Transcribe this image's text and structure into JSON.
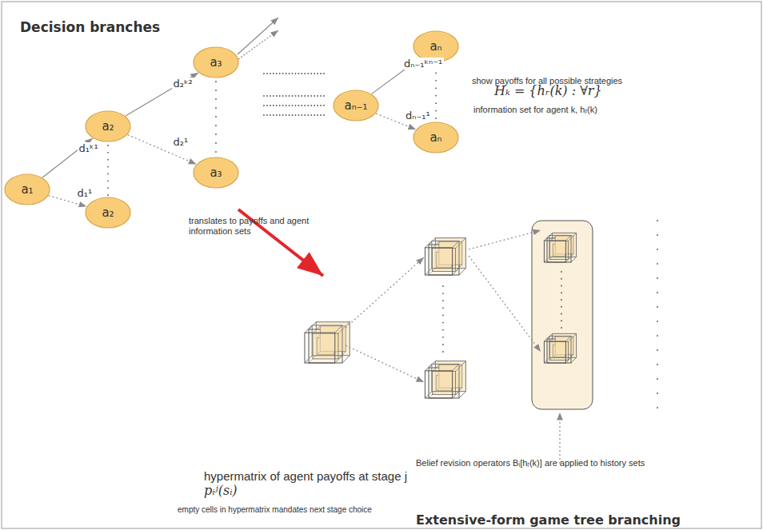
{
  "diagram": {
    "nodes": [
      {
        "text": [
          "a₁"
        ]
      },
      {
        "text": [
          "a₂"
        ]
      },
      {
        "text": [
          "a₂"
        ]
      },
      {
        "text": [
          "a₃"
        ]
      },
      {
        "text": [
          "a₃"
        ]
      },
      {
        "text": [
          "aₙ₋₁"
        ]
      },
      {
        "text": [
          "aₙ"
        ]
      },
      {
        "text": [
          "aₙ"
        ]
      }
    ],
    "edges": [
      {
        "from": 0,
        "to": 1,
        "label": "d₁ᵏ¹",
        "arrow": "to"
      },
      {
        "from": 0,
        "to": 2,
        "label": "d₁¹",
        "arrow": "to"
      },
      {
        "from": 1,
        "to": 3,
        "label": "d₂ᵏ²",
        "arrow": "to"
      },
      {
        "from": 1,
        "to": 4,
        "label": "d₂¹",
        "arrow": "to"
      },
      {
        "from": 5,
        "to": 6,
        "label": "dₙ₋₁ᵏⁿ⁻¹",
        "arrow": "to"
      },
      {
        "from": 5,
        "to": 7,
        "label": "dₙ₋₁¹",
        "arrow": "to"
      }
    ],
    "labels": [
      "Decision branches",
      "translates to payoffs and agent information sets",
      "show payoffs for all possible strategies",
      "Hₖ = {hᵣ(k) : ∀r}",
      "information set for agent k, hᵣ(k)",
      "hypermatrix of agent payoffs at stage j",
      "pᵢʲ(sᵢ)",
      "empty cells in hypermatrix mandates next stage choice",
      "Belief revision operators Bᵢ[hᵣ(k)] are applied to history sets",
      "Extensive-form game tree branching"
    ]
  }
}
